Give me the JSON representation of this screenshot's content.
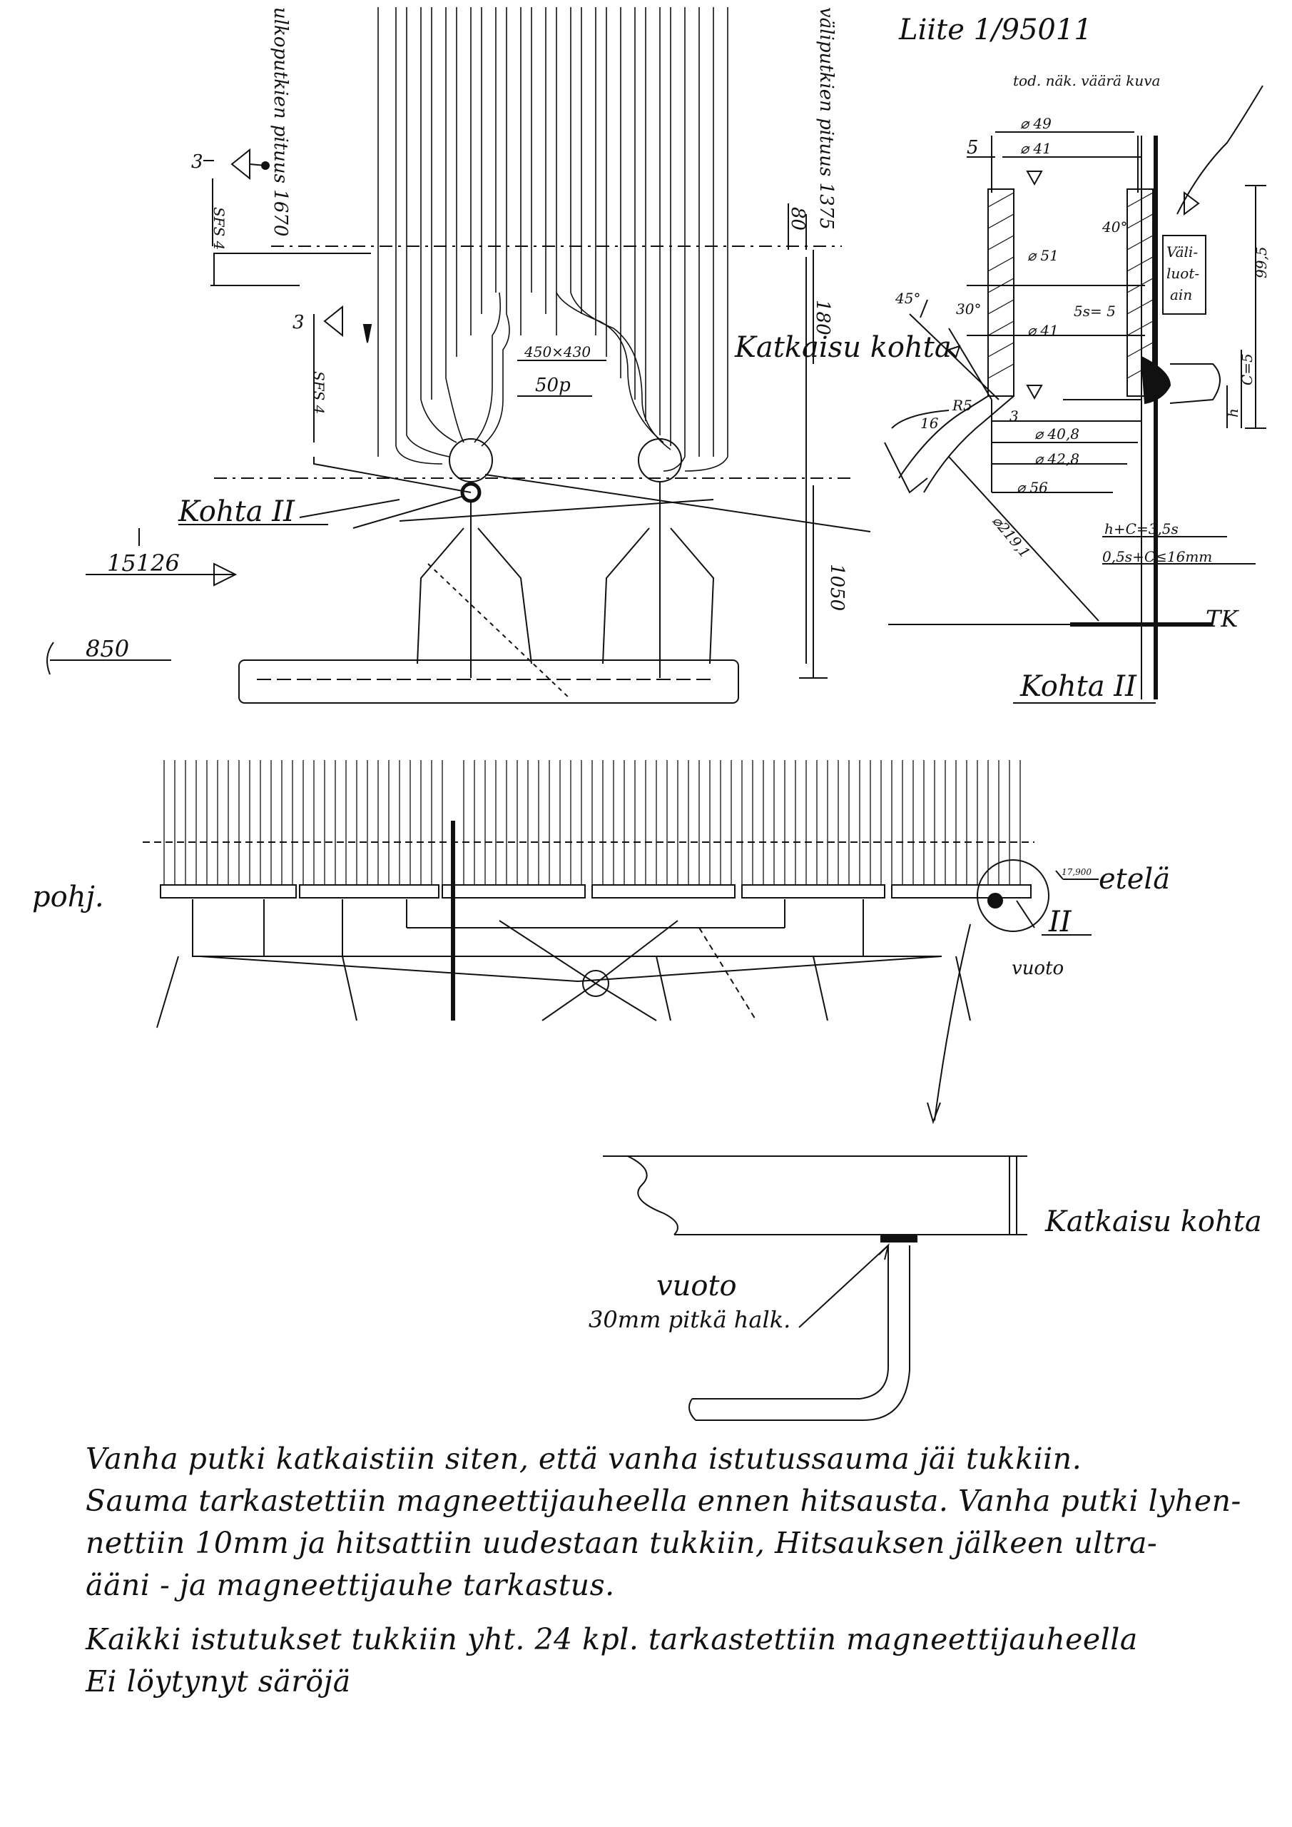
{
  "header": {
    "attachment_ref": "Liite 1/95011",
    "remark": "tod. näk. väärä kuva"
  },
  "top_elevation": {
    "pipe_length_left": "ulkoputkien pituus 1670",
    "pipe_length_right": "väliputkien pituus 1375",
    "weld_symbol_1": "3",
    "weld_spec_1": "SFS 4",
    "weld_symbol_2": "3",
    "weld_spec_2": "SFS 4",
    "dim_80": "80",
    "dim_180": "180",
    "dim_1050": "1050",
    "box_dim": "450×430",
    "box_sub": "50p",
    "cut_point": "Katkaisu kohta",
    "point_label": "Kohta II",
    "elev_15126": "15126",
    "elev_850": "850"
  },
  "detail": {
    "d49": "⌀ 49",
    "d41_top": "⌀ 41",
    "dim_5": "5",
    "d51": "⌀ 51",
    "d41_mid": "⌀ 41",
    "s_label": "5s= 5",
    "d40_8": "⌀ 40,8",
    "d42_8": "⌀ 42,8",
    "d56": "⌀ 56",
    "d219": "⌀219,1",
    "angle_45": "45°",
    "angle_30": "30°",
    "angle_40": "40°",
    "r5": "R5",
    "dim_16": "16",
    "dim_3": "3",
    "gap_label_1": "Väli-",
    "gap_label_2": "luot-",
    "gap_label_3": "ain",
    "dim_99_5": "99,5",
    "dim_c5": "C=5",
    "dim_h": "h",
    "formula_1": "h+C=3,5s",
    "formula_2": "0,5s+C≤16mm",
    "tk": "TK",
    "point_label": "Kohta II"
  },
  "plan": {
    "north": "pohj.",
    "south": "etelä",
    "elev": "17,900",
    "marker": "II",
    "leak": "vuoto"
  },
  "lower_detail": {
    "cut_point": "Katkaisu kohta",
    "leak_1": "vuoto",
    "leak_2": "30mm pitkä halk."
  },
  "notes": {
    "p1_l1": "Vanha putki katkaistiin siten, että vanha istutussauma jäi tukkiin.",
    "p1_l2": "Sauma tarkastettiin magneettijauheella ennen hitsausta. Vanha putki lyhen-",
    "p1_l3": "nettiin 10mm ja hitsattiin uudestaan tukkiin, Hitsauksen jälkeen ultra-",
    "p1_l4": "ääni - ja magneettijauhe tarkastus.",
    "p2_l1": "Kaikki istutukset tukkiin yht. 24 kpl. tarkastettiin magneettijauheella",
    "p2_l2": "Ei löytynyt säröjä"
  }
}
